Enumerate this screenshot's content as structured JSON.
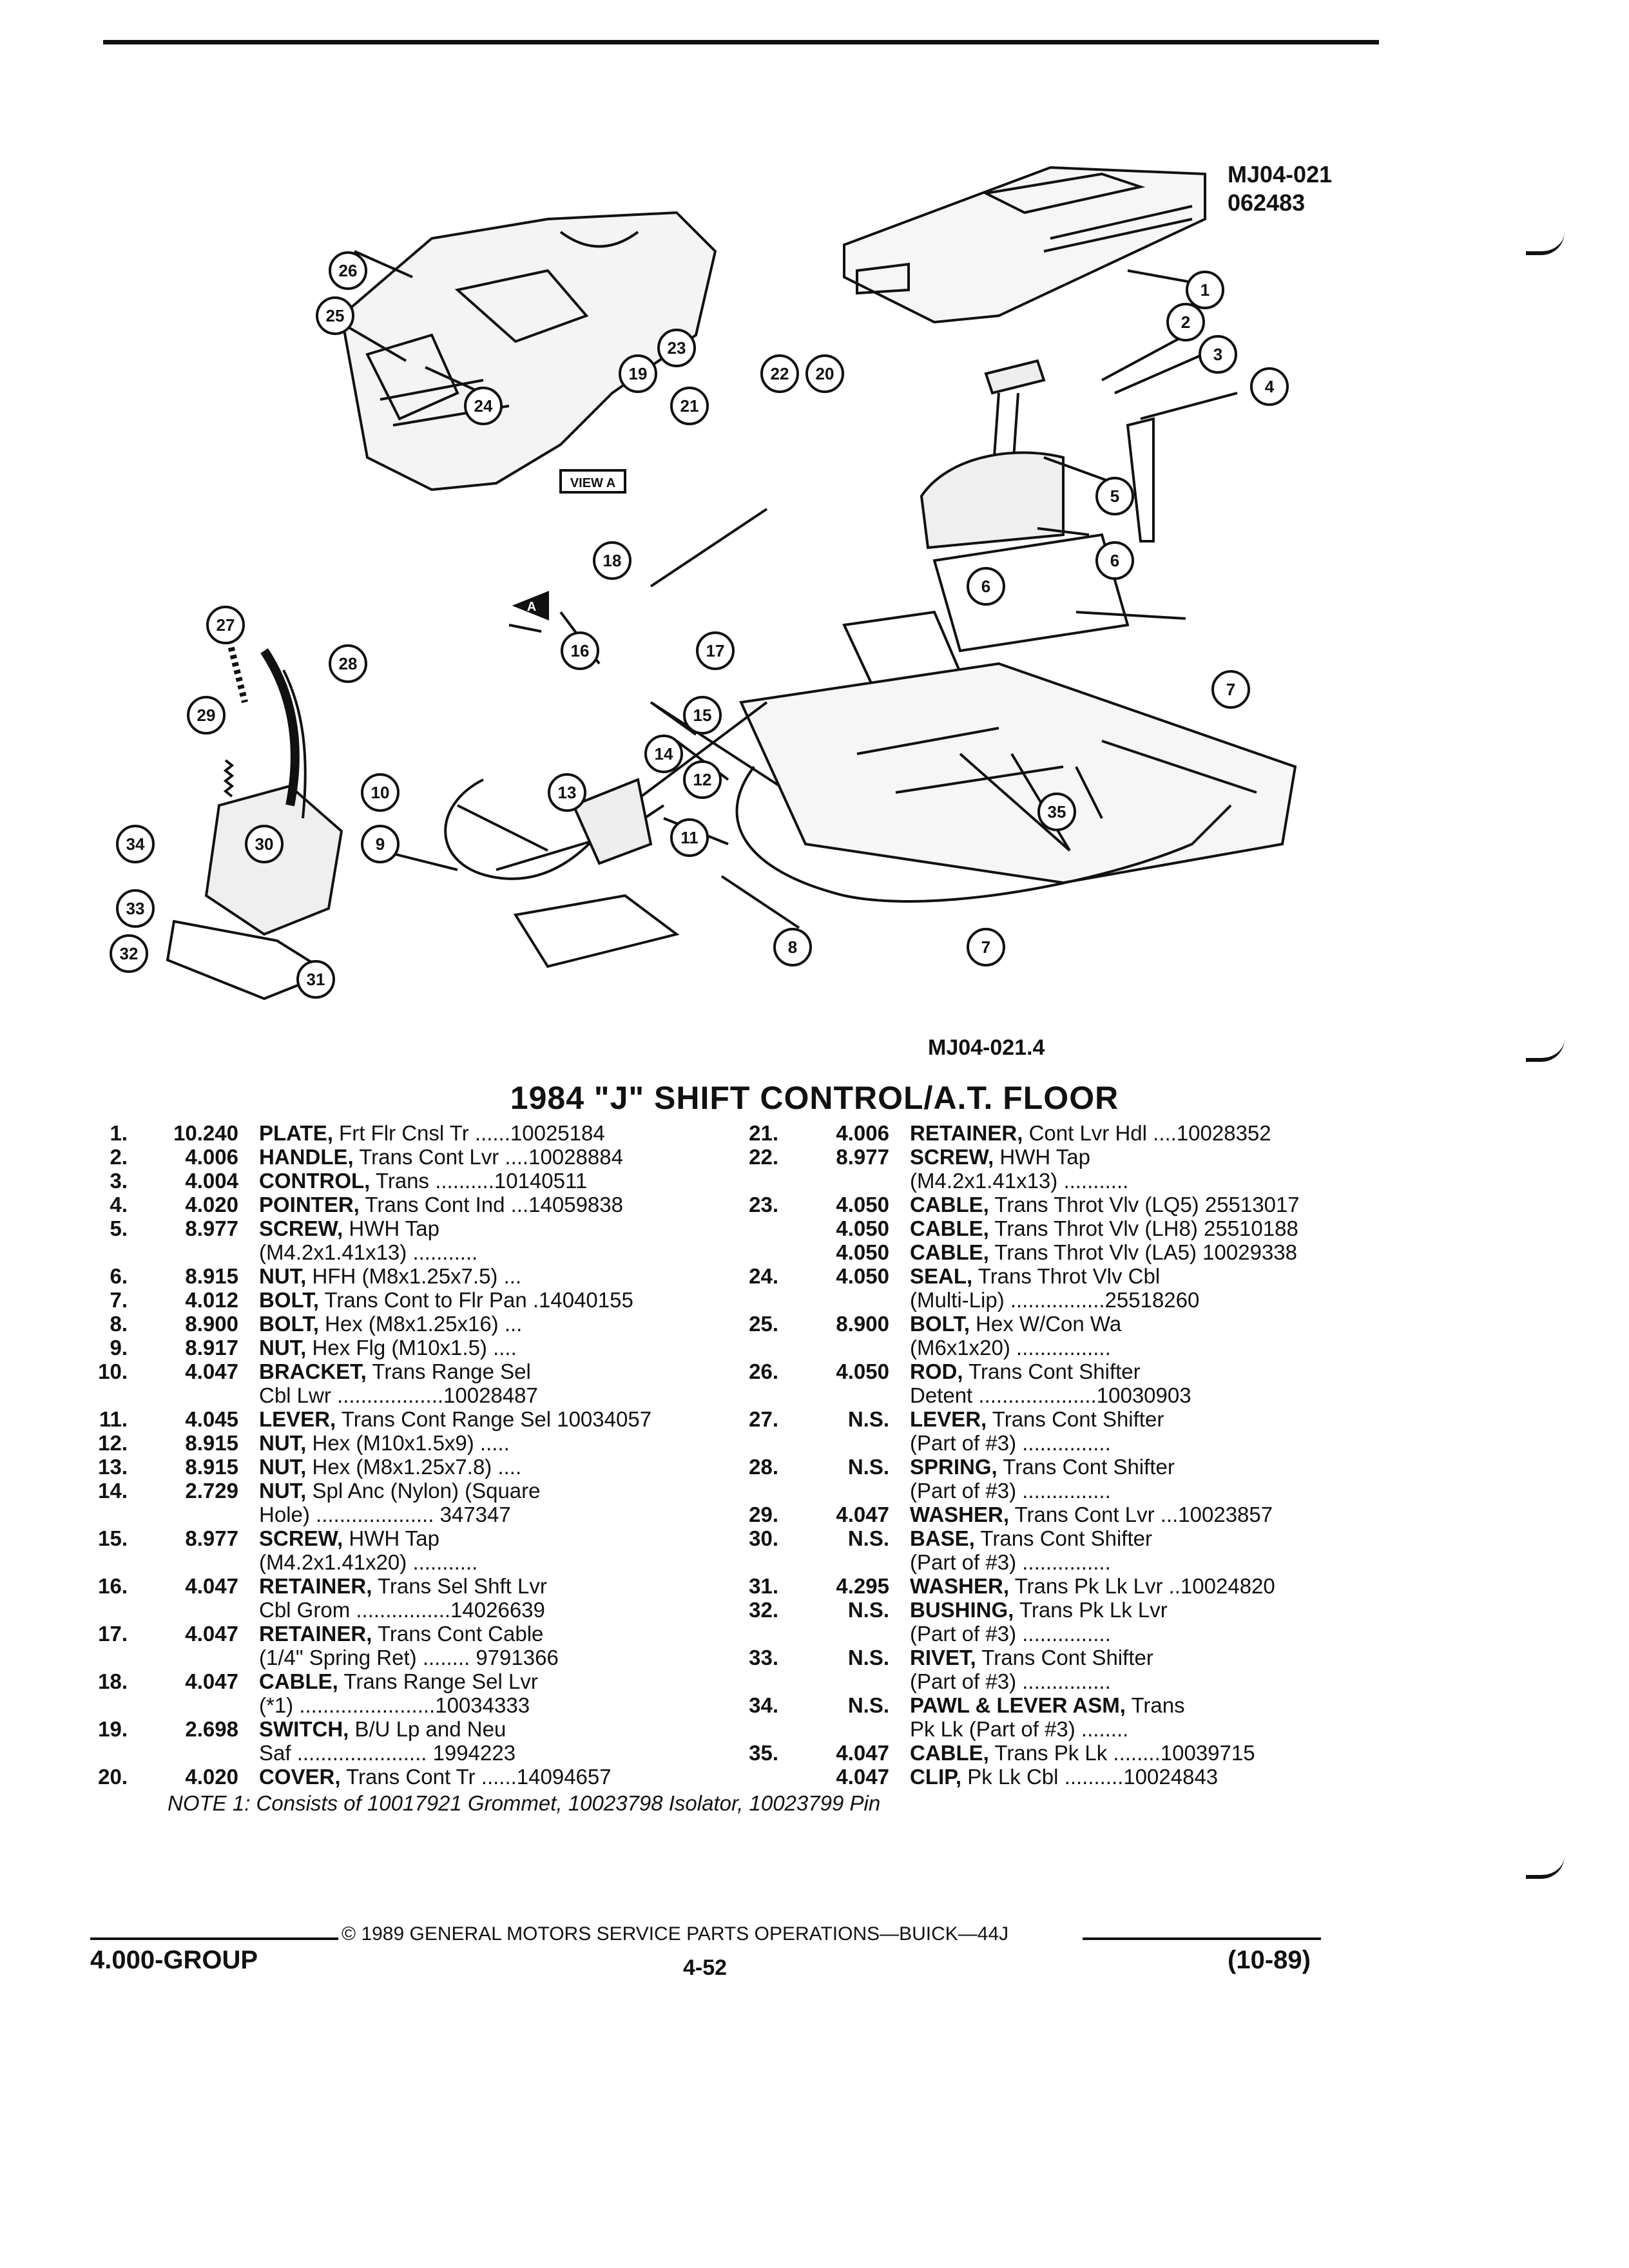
{
  "header": {
    "code_top": "MJ04-021",
    "code_date": "062483"
  },
  "diagram": {
    "view_label": "VIEW A",
    "view_letter": "A",
    "callouts": [
      "1",
      "2",
      "3",
      "4",
      "5",
      "6",
      "6",
      "7",
      "7",
      "8",
      "9",
      "10",
      "11",
      "12",
      "13",
      "14",
      "15",
      "16",
      "17",
      "18",
      "19",
      "20",
      "21",
      "22",
      "23",
      "24",
      "25",
      "26",
      "27",
      "28",
      "29",
      "30",
      "31",
      "32",
      "33",
      "34",
      "35"
    ],
    "code_bottom": "MJ04-021.4"
  },
  "title": "1984 \"J\" SHIFT CONTROL/A.T. FLOOR",
  "parts_left": [
    {
      "num": "1.",
      "group": "10.240",
      "name": "PLATE,",
      "desc": " Frt Flr Cnsl Tr ......10025184"
    },
    {
      "num": "2.",
      "group": "4.006",
      "name": "HANDLE,",
      "desc": " Trans Cont Lvr ....10028884"
    },
    {
      "num": "3.",
      "group": "4.004",
      "name": "CONTROL,",
      "desc": " Trans ..........10140511"
    },
    {
      "num": "4.",
      "group": "4.020",
      "name": "POINTER,",
      "desc": " Trans Cont Ind ...14059838"
    },
    {
      "num": "5.",
      "group": "8.977",
      "name": "SCREW,",
      "desc": " HWH Tap"
    },
    {
      "num": "",
      "group": "",
      "name": "",
      "desc": "(M4.2x1.41x13) ..........."
    },
    {
      "num": "6.",
      "group": "8.915",
      "name": "NUT,",
      "desc": " HFH (M8x1.25x7.5) ..."
    },
    {
      "num": "7.",
      "group": "4.012",
      "name": "BOLT,",
      "desc": " Trans Cont to Flr Pan .14040155"
    },
    {
      "num": "8.",
      "group": "8.900",
      "name": "BOLT,",
      "desc": " Hex (M8x1.25x16) ..."
    },
    {
      "num": "9.",
      "group": "8.917",
      "name": "NUT,",
      "desc": " Hex Flg (M10x1.5) ...."
    },
    {
      "num": "10.",
      "group": "4.047",
      "name": "BRACKET,",
      "desc": " Trans Range Sel"
    },
    {
      "num": "",
      "group": "",
      "name": "",
      "desc": "Cbl Lwr ..................10028487"
    },
    {
      "num": "11.",
      "group": "4.045",
      "name": "LEVER,",
      "desc": " Trans Cont Range Sel 10034057"
    },
    {
      "num": "12.",
      "group": "8.915",
      "name": "NUT,",
      "desc": " Hex (M10x1.5x9) ....."
    },
    {
      "num": "13.",
      "group": "8.915",
      "name": "NUT,",
      "desc": " Hex (M8x1.25x7.8) ...."
    },
    {
      "num": "14.",
      "group": "2.729",
      "name": "NUT,",
      "desc": " Spl Anc (Nylon) (Square"
    },
    {
      "num": "",
      "group": "",
      "name": "",
      "desc": "Hole) .................... 347347"
    },
    {
      "num": "15.",
      "group": "8.977",
      "name": "SCREW,",
      "desc": " HWH Tap"
    },
    {
      "num": "",
      "group": "",
      "name": "",
      "desc": "(M4.2x1.41x20) ..........."
    },
    {
      "num": "16.",
      "group": "4.047",
      "name": "RETAINER,",
      "desc": " Trans Sel Shft Lvr"
    },
    {
      "num": "",
      "group": "",
      "name": "",
      "desc": "Cbl Grom ................14026639"
    },
    {
      "num": "17.",
      "group": "4.047",
      "name": "RETAINER,",
      "desc": " Trans Cont Cable"
    },
    {
      "num": "",
      "group": "",
      "name": "",
      "desc": "(1/4\" Spring Ret) ........ 9791366"
    },
    {
      "num": "18.",
      "group": "4.047",
      "name": "CABLE,",
      "desc": " Trans Range Sel Lvr"
    },
    {
      "num": "",
      "group": "",
      "name": "",
      "desc": "(*1) .......................10034333"
    },
    {
      "num": "19.",
      "group": "2.698",
      "name": "SWITCH,",
      "desc": " B/U Lp and Neu"
    },
    {
      "num": "",
      "group": "",
      "name": "",
      "desc": "Saf ...................... 1994223"
    },
    {
      "num": "20.",
      "group": "4.020",
      "name": "COVER,",
      "desc": " Trans Cont Tr ......14094657"
    }
  ],
  "parts_right": [
    {
      "num": "21.",
      "group": "4.006",
      "name": "RETAINER,",
      "desc": " Cont Lvr Hdl ....10028352"
    },
    {
      "num": "22.",
      "group": "8.977",
      "name": "SCREW,",
      "desc": " HWH Tap"
    },
    {
      "num": "",
      "group": "",
      "name": "",
      "desc": "(M4.2x1.41x13) ..........."
    },
    {
      "num": "23.",
      "group": "4.050",
      "name": "CABLE,",
      "desc": " Trans Throt Vlv (LQ5) 25513017"
    },
    {
      "num": "",
      "group": "4.050",
      "name": "CABLE,",
      "desc": " Trans Throt Vlv (LH8) 25510188"
    },
    {
      "num": "",
      "group": "4.050",
      "name": "CABLE,",
      "desc": " Trans Throt Vlv (LA5) 10029338"
    },
    {
      "num": "24.",
      "group": "4.050",
      "name": "SEAL,",
      "desc": " Trans Throt Vlv Cbl"
    },
    {
      "num": "",
      "group": "",
      "name": "",
      "desc": "(Multi-Lip) ................25518260"
    },
    {
      "num": "25.",
      "group": "8.900",
      "name": "BOLT,",
      "desc": " Hex W/Con Wa"
    },
    {
      "num": "",
      "group": "",
      "name": "",
      "desc": "(M6x1x20) ................"
    },
    {
      "num": "26.",
      "group": "4.050",
      "name": "ROD,",
      "desc": " Trans Cont Shifter"
    },
    {
      "num": "",
      "group": "",
      "name": "",
      "desc": "Detent ....................10030903"
    },
    {
      "num": "27.",
      "group": "N.S.",
      "name": "LEVER,",
      "desc": " Trans Cont Shifter"
    },
    {
      "num": "",
      "group": "",
      "name": "",
      "desc": "(Part of #3) ..............."
    },
    {
      "num": "28.",
      "group": "N.S.",
      "name": "SPRING,",
      "desc": " Trans Cont Shifter"
    },
    {
      "num": "",
      "group": "",
      "name": "",
      "desc": "(Part of #3) ..............."
    },
    {
      "num": "29.",
      "group": "4.047",
      "name": "WASHER,",
      "desc": " Trans Cont Lvr ...10023857"
    },
    {
      "num": "30.",
      "group": "N.S.",
      "name": "BASE,",
      "desc": " Trans Cont Shifter"
    },
    {
      "num": "",
      "group": "",
      "name": "",
      "desc": "(Part of #3) ..............."
    },
    {
      "num": "31.",
      "group": "4.295",
      "name": "WASHER,",
      "desc": " Trans Pk Lk Lvr ..10024820"
    },
    {
      "num": "32.",
      "group": "N.S.",
      "name": "BUSHING,",
      "desc": " Trans Pk Lk Lvr"
    },
    {
      "num": "",
      "group": "",
      "name": "",
      "desc": "(Part of #3) ..............."
    },
    {
      "num": "33.",
      "group": "N.S.",
      "name": "RIVET,",
      "desc": " Trans Cont Shifter"
    },
    {
      "num": "",
      "group": "",
      "name": "",
      "desc": "(Part of #3) ..............."
    },
    {
      "num": "34.",
      "group": "N.S.",
      "name": "PAWL & LEVER ASM,",
      "desc": " Trans"
    },
    {
      "num": "",
      "group": "",
      "name": "",
      "desc": "Pk Lk (Part of #3) ........"
    },
    {
      "num": "35.",
      "group": "4.047",
      "name": "CABLE,",
      "desc": " Trans Pk Lk ........10039715"
    },
    {
      "num": "",
      "group": "4.047",
      "name": "CLIP,",
      "desc": " Pk Lk Cbl ..........10024843"
    }
  ],
  "note": "NOTE 1: Consists of 10017921 Grommet, 10023798 Isolator, 10023799 Pin",
  "footer": {
    "group": "4.000-GROUP",
    "copyright": "© 1989 GENERAL MOTORS SERVICE PARTS OPERATIONS—BUICK—44J",
    "page": "4-52",
    "date": "(10-89)"
  }
}
